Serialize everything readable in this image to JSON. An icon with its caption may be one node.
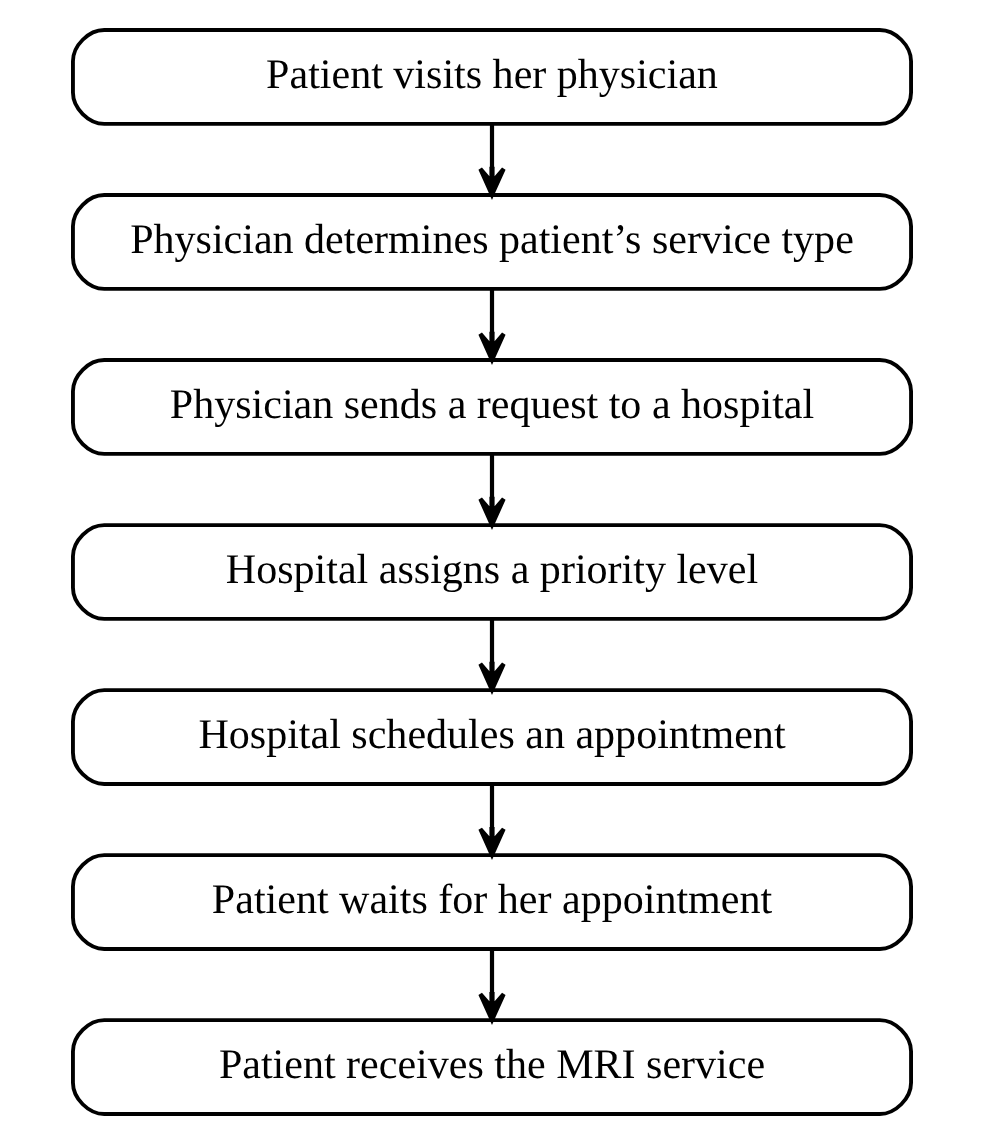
{
  "diagram": {
    "nodes": [
      {
        "text": [
          "Patient visits her physician"
        ]
      },
      {
        "text": [
          "Physician determines patient’s service type"
        ]
      },
      {
        "text": [
          "Physician sends a request to a hospital"
        ]
      },
      {
        "text": [
          "Hospital assigns a priority level"
        ]
      },
      {
        "text": [
          "Hospital schedules an appointment"
        ]
      },
      {
        "text": [
          "Patient waits for her appointment"
        ]
      },
      {
        "text": [
          "Patient receives the MRI service"
        ]
      }
    ],
    "edges": [
      {
        "from": 0,
        "to": 1,
        "arrow": "to"
      },
      {
        "from": 1,
        "to": 2,
        "arrow": "to"
      },
      {
        "from": 2,
        "to": 3,
        "arrow": "to"
      },
      {
        "from": 3,
        "to": 4,
        "arrow": "to"
      },
      {
        "from": 4,
        "to": 5,
        "arrow": "to"
      },
      {
        "from": 5,
        "to": 6,
        "arrow": "to"
      }
    ]
  }
}
